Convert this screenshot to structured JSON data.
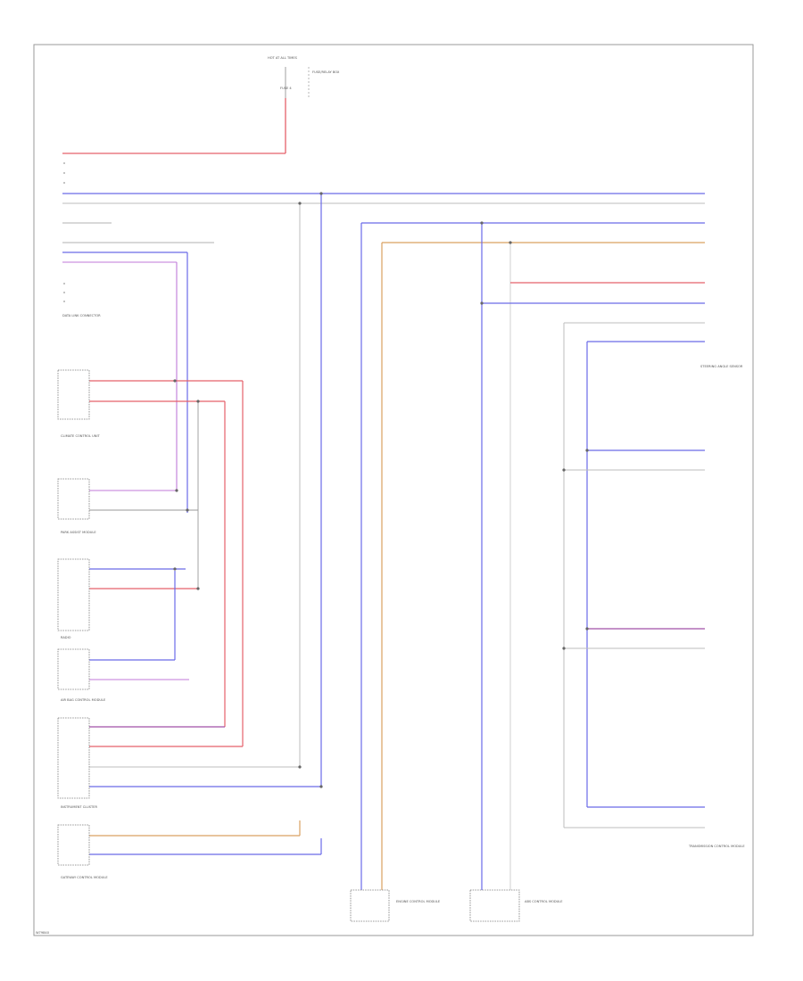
{
  "footer": {
    "code": "W79840"
  },
  "colors": {
    "red": "#e5606a",
    "blue": "#6a6ae8",
    "violet": "#c07ad8",
    "orange": "#d9a060",
    "gray": "#a9a9a9",
    "purple": "#a04fa6"
  },
  "labels": {
    "hot": "HOT AT ALL TIMES",
    "fuse": "FUSE 4",
    "fuse_box": "FUSE/RELAY BOX",
    "gateway": "GATEWAY CONTROL MODULE",
    "data_link": "DATA LINK CONNECTOR",
    "cluster": "INSTRUMENT CLUSTER",
    "radio": "RADIO",
    "tcm": "TRANSMISSION CONTROL MODULE",
    "ecm": "ENGINE CONTROL MODULE",
    "abs": "ABS CONTROL MODULE",
    "steering": "STEERING ANGLE SENSOR",
    "airbag": "AIR BAG CONTROL MODULE",
    "climate": "CLIMATE CONTROL UNIT",
    "park": "PARK ASSIST MODULE"
  }
}
